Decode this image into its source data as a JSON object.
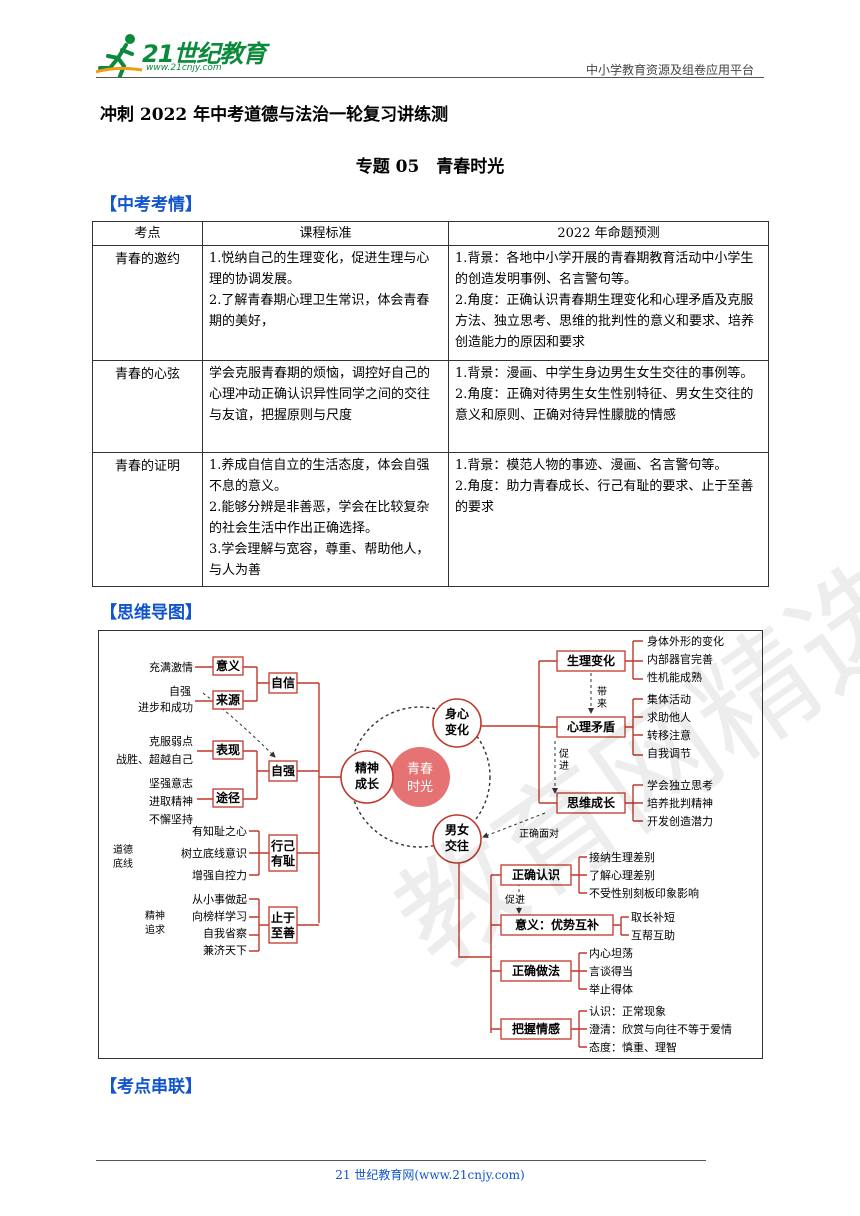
{
  "header": {
    "logo_text": "21世纪教育",
    "logo_url": "www.21cnjy.com",
    "platform": "中小学教育资源及组卷应用平台"
  },
  "title": "冲刺 2022 年中考道德与法治一轮复习讲练测",
  "subtitle": "专题 05　青春时光",
  "sections": {
    "exam": "【中考考情】",
    "mindmap": "【思维导图】",
    "link": "【考点串联】"
  },
  "table": {
    "headers": [
      "考点",
      "课程标准",
      "2022 年命题预测"
    ],
    "rows": [
      {
        "point": "青春的邀约",
        "standard": [
          "1.悦纳自己的生理变化，促进生理与心理的协调发展。",
          "2.了解青春期心理卫生常识，体会青春期的美好，"
        ],
        "forecast": [
          "1.背景：各地中小学开展的青春期教育活动中小学生的创造发明事例、名言警句等。",
          "2.角度：正确认识青春期生理变化和心理矛盾及克服方法、独立思考、思维的批判性的意义和要求、培养创造能力的原因和要求"
        ]
      },
      {
        "point": "青春的心弦",
        "standard": [
          "学会克服青春期的烦恼，调控好自己的心理冲动正确认识异性同学之间的交往与友谊，把握原则与尺度"
        ],
        "forecast": [
          "1.背景：漫画、中学生身边男生女生交往的事例等。",
          "2.角度：正确对待男生女生性别特征、男女生交往的意义和原则、正确对待异性朦胧的情感"
        ]
      },
      {
        "point": "青春的证明",
        "standard": [
          "1.养成自信自立的生活态度，体会自强不息的意义。",
          "2.能够分辨是非善恶，学会在比较复杂的社会生活中作出正确选择。",
          "3.学会理解与宽容，尊重、帮助他人，与人为善"
        ],
        "forecast": [
          "1.背景：模范人物的事迹、漫画、名言警句等。",
          "2.角度：助力青春成长、行己有耻的要求、止于至善的要求"
        ]
      }
    ]
  },
  "mindmap": {
    "center": "青春时光",
    "left_hub": "精神成长",
    "top_hub": "身心变化",
    "bottom_hub": "男女交往",
    "left_branches": [
      {
        "node": "自信",
        "subs": [
          {
            "label": "意义",
            "leaves": [
              "充满激情"
            ]
          },
          {
            "label": "来源",
            "leaves": [
              "自强",
              "进步和成功"
            ]
          }
        ]
      },
      {
        "node": "自强",
        "subs": [
          {
            "label": "表现",
            "leaves": [
              "克服弱点",
              "战胜、超越自己"
            ]
          },
          {
            "label": "途径",
            "leaves": [
              "坚强意志",
              "进取精神",
              "不懈坚持"
            ]
          }
        ]
      },
      {
        "node": "行己有耻",
        "tag": "道德底线",
        "leaves": [
          "有知耻之心",
          "树立底线意识",
          "增强自控力"
        ]
      },
      {
        "node": "止于至善",
        "tag": "精神追求",
        "leaves": [
          "从小事做起",
          "向榜样学习",
          "自我省察",
          "兼济天下"
        ]
      }
    ],
    "top_branches": [
      {
        "node": "生理变化",
        "leaves": [
          "身体外形的变化",
          "内部器官完善",
          "性机能成熟"
        ]
      },
      {
        "node": "心理矛盾",
        "leaves": [
          "集体活动",
          "求助他人",
          "转移注意",
          "自我调节"
        ]
      },
      {
        "node": "思维成长",
        "leaves": [
          "学会独立思考",
          "培养批判精神",
          "开发创造潜力"
        ]
      }
    ],
    "top_notes": {
      "bring": "带来",
      "promote": "促进",
      "correct": "正确面对"
    },
    "bottom_branches": [
      {
        "node": "正确认识",
        "leaves": [
          "接纳生理差别",
          "了解心理差别",
          "不受性别刻板印象影响"
        ]
      },
      {
        "node": "意义：优势互补",
        "leaves": [
          "取长补短",
          "互帮互助"
        ]
      },
      {
        "node": "正确做法",
        "leaves": [
          "内心坦荡",
          "言谈得当",
          "举止得体"
        ]
      },
      {
        "node": "把握情感",
        "leaves": [
          "认识：正常现象",
          "澄清：欣赏与向往不等于爱情",
          "态度：慎重、理智"
        ]
      }
    ],
    "bottom_note": "促进"
  },
  "footer": "21 世纪教育网(www.21cnjy.com)",
  "colors": {
    "accent_blue": "#1155cc",
    "map_red": "#c0392b",
    "center_fill": "#e57373",
    "logo_green": "#0a8a3a"
  }
}
